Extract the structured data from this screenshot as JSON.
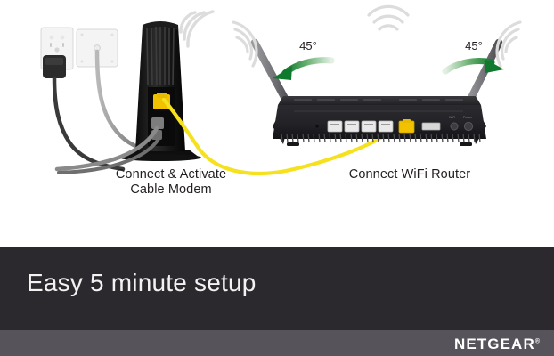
{
  "illustration": {
    "wall_outlet": {
      "name": "power-outlet-plate",
      "plug_label": "",
      "color": "#f2f2f2"
    },
    "coax_plate": {
      "name": "coax-wall-plate",
      "color": "#f2f2f2"
    },
    "modem": {
      "label": "cable-modem",
      "body_color": "#1a1a1a",
      "wan_port_color": "#f2c200"
    },
    "router": {
      "label": "wifi-router",
      "body_color": "#262629",
      "wan_port_color": "#f2c200",
      "lan_port_count": 4
    },
    "ethernet_cable": {
      "color": "#f5e11e",
      "label": "yellow-ethernet-cable"
    },
    "coax_cable": {
      "color": "#8c8c8c"
    },
    "angle_labels": [
      {
        "text": "45°",
        "side": "left"
      },
      {
        "text": "45°",
        "side": "right"
      }
    ],
    "arrow_color_dark": "#1e7c33",
    "arrow_color_light": "#cfe6d2",
    "wifi_arc_color": "#dddddd"
  },
  "captions": {
    "modem": "Connect & Activate\nCable Modem",
    "modem_line1": "Connect & Activate",
    "modem_line2": "Cable Modem",
    "router": "Connect WiFi Router"
  },
  "banner": {
    "title": "Easy 5 minute setup",
    "background": "#2c292e",
    "text_color": "#f3f1f2"
  },
  "footer": {
    "brand": "NETGEAR",
    "trademark": "®",
    "background": "#56535a"
  }
}
